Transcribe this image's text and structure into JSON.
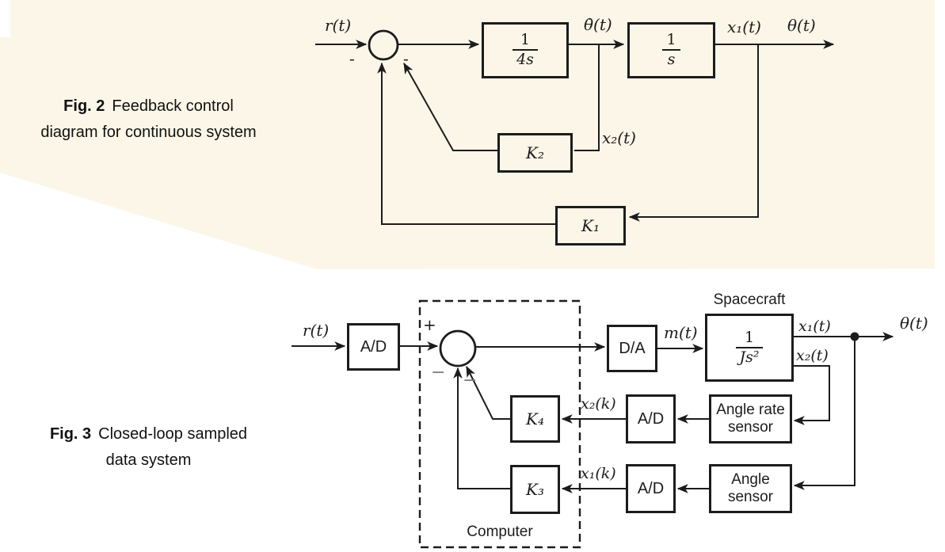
{
  "colors": {
    "ink": "#1c1c1c",
    "cream": "#fbf6e8",
    "paper": "#ffffff",
    "graysign": "#7a7a7a"
  },
  "fig2": {
    "caption_fig": "Fig. 2",
    "caption_line1": "Feedback control",
    "caption_line2": "diagram for continuous system",
    "labels": {
      "r": "r(t)",
      "theta_dot": "θ̇(t)",
      "x1": "x₁(t)",
      "theta": "θ(t)",
      "x2": "x₂(t)",
      "minus_left": "-",
      "minus_right": "-"
    },
    "blocks": {
      "plant1_num": "1",
      "plant1_den": "4s",
      "plant2_num": "1",
      "plant2_den": "s",
      "k2": "K₂",
      "k1": "K₁"
    }
  },
  "fig3": {
    "caption_fig": "Fig. 3",
    "caption_line1": "Closed-loop sampled",
    "caption_line2": "data system",
    "labels": {
      "r": "r(t)",
      "plus": "+",
      "minus1": "−",
      "minus2": "−",
      "m": "m(t)",
      "spacecraft": "Spacecraft",
      "x1": "x₁(t)",
      "x2": "x₂(t)",
      "theta": "θ(t)",
      "x2k": "x₂(k)",
      "x1k": "x₁(k)",
      "computer": "Computer"
    },
    "blocks": {
      "ad_in": "A/D",
      "da": "D/A",
      "plant_num": "1",
      "plant_den": "Js²",
      "k4": "K₄",
      "k3": "K₃",
      "ad_rate": "A/D",
      "ad_angle": "A/D",
      "rate_sensor": "Angle rate sensor",
      "angle_sensor": "Angle sensor"
    }
  }
}
